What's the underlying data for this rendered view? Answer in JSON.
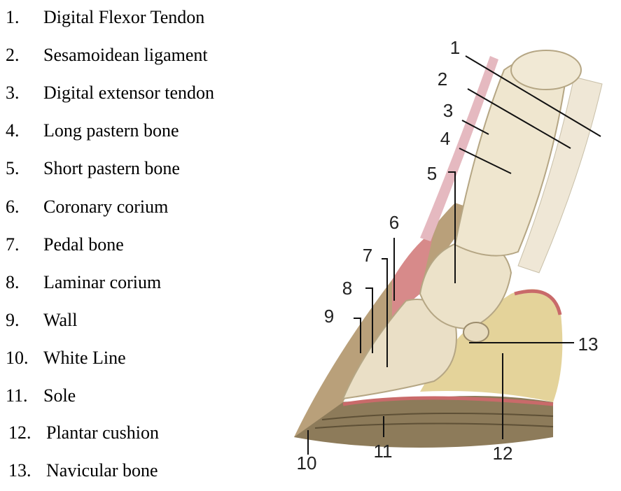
{
  "legend": [
    {
      "num": "1.",
      "text": "Digital Flexor Tendon"
    },
    {
      "num": "2.",
      "text": "Sesamoidean ligament"
    },
    {
      "num": "3.",
      "text": "Digital extensor tendon"
    },
    {
      "num": "4.",
      "text": "Long pastern bone"
    },
    {
      "num": "5.",
      "text": "Short pastern bone"
    },
    {
      "num": "6.",
      "text": "Coronary corium"
    },
    {
      "num": "7.",
      "text": "Pedal bone"
    },
    {
      "num": "8.",
      "text": "Laminar corium"
    },
    {
      "num": "9.",
      "text": "Wall"
    },
    {
      "num": "10.",
      "text": "White Line"
    },
    {
      "num": "11.",
      "text": "Sole"
    },
    {
      "num": "12.",
      "text": "Plantar cushion"
    },
    {
      "num": "13.",
      "text": "Navicular bone"
    }
  ],
  "diagram_labels": [
    "1",
    "2",
    "3",
    "4",
    "5",
    "6",
    "7",
    "8",
    "9",
    "10",
    "11",
    "12",
    "13"
  ]
}
